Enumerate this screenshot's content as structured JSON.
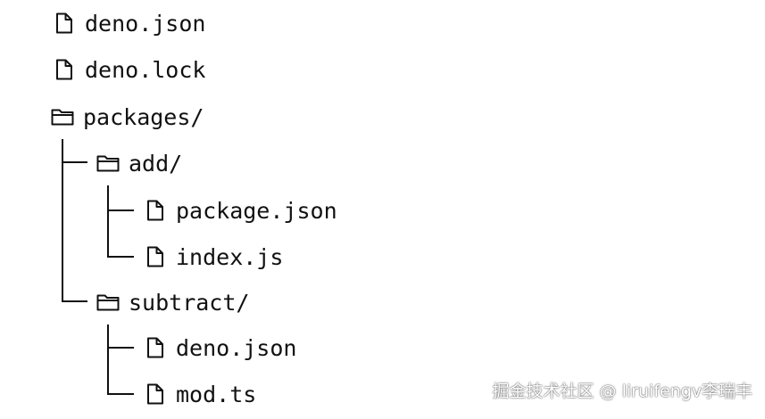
{
  "tree": {
    "root": [
      {
        "name": "deno.json",
        "type": "file-icon"
      },
      {
        "name": "deno.lock",
        "type": "file-icon"
      },
      {
        "name": "packages/",
        "type": "folder-icon"
      }
    ],
    "packages": [
      {
        "name": "add/",
        "type": "folder-icon"
      },
      {
        "name": "subtract/",
        "type": "folder-icon"
      }
    ],
    "add": [
      {
        "name": "package.json",
        "type": "file-icon"
      },
      {
        "name": "index.js",
        "type": "file-icon"
      }
    ],
    "subtract": [
      {
        "name": "deno.json",
        "type": "file-icon"
      },
      {
        "name": "mod.ts",
        "type": "file-icon"
      }
    ]
  },
  "watermark": "掘金技术社区 @ liruifengv李瑞丰",
  "colors": {
    "text": "#111111",
    "lines": "#111111",
    "background": "#ffffff"
  }
}
